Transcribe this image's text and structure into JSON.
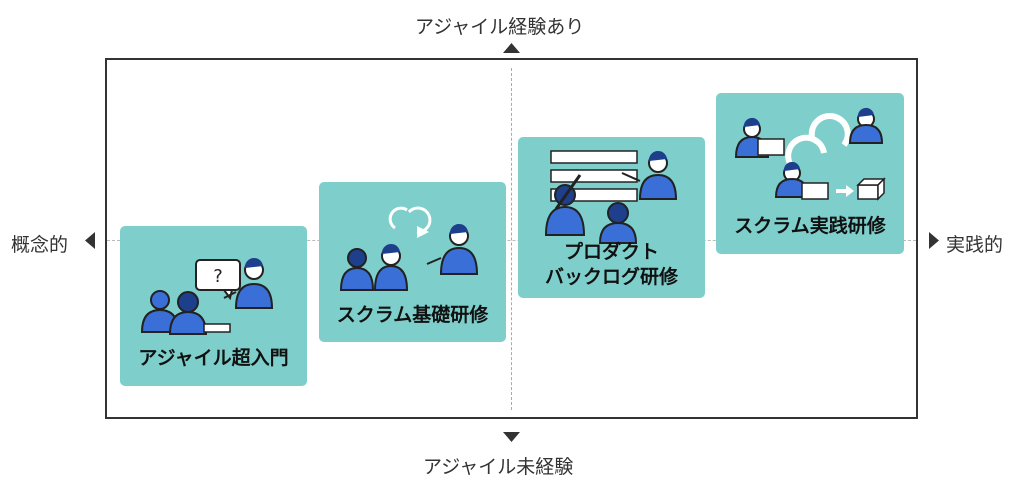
{
  "axes": {
    "top": "アジャイル経験あり",
    "bottom": "アジャイル未経験",
    "left": "概念的",
    "right": "実践的"
  },
  "cards": [
    {
      "title": "アジャイル超入門"
    },
    {
      "title": "スクラム基礎研修"
    },
    {
      "title_line1": "プロダクト",
      "title_line2": "バックログ研修"
    },
    {
      "title": "スクラム実践研修"
    }
  ],
  "colors": {
    "card": "#7ecfcb",
    "person_blue": "#3a6fd8",
    "person_dark": "#1e3f8c",
    "frame": "#333333"
  },
  "icons": [
    "question-bubble-icon",
    "cycle-arrow-icon",
    "whiteboard-icon",
    "laptop-icon",
    "box-icon"
  ]
}
